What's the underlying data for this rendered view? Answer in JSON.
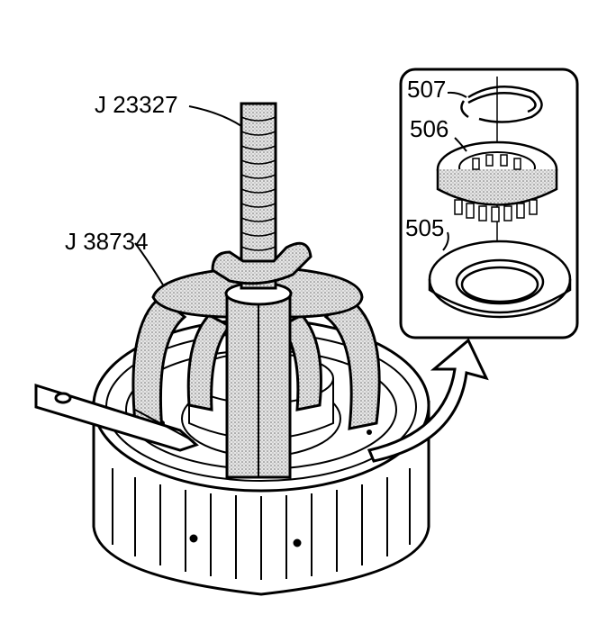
{
  "figure": {
    "tool_labels": {
      "spring_compressor_screw": "J 23327",
      "spring_compressor_bridge": "J 38734"
    },
    "detail_inset": {
      "snap_ring": "507",
      "spring_assembly": "506",
      "piston": "505"
    }
  },
  "colors": {
    "line": "#000000",
    "paper": "#ffffff",
    "stipple": "#9a9a9a"
  }
}
